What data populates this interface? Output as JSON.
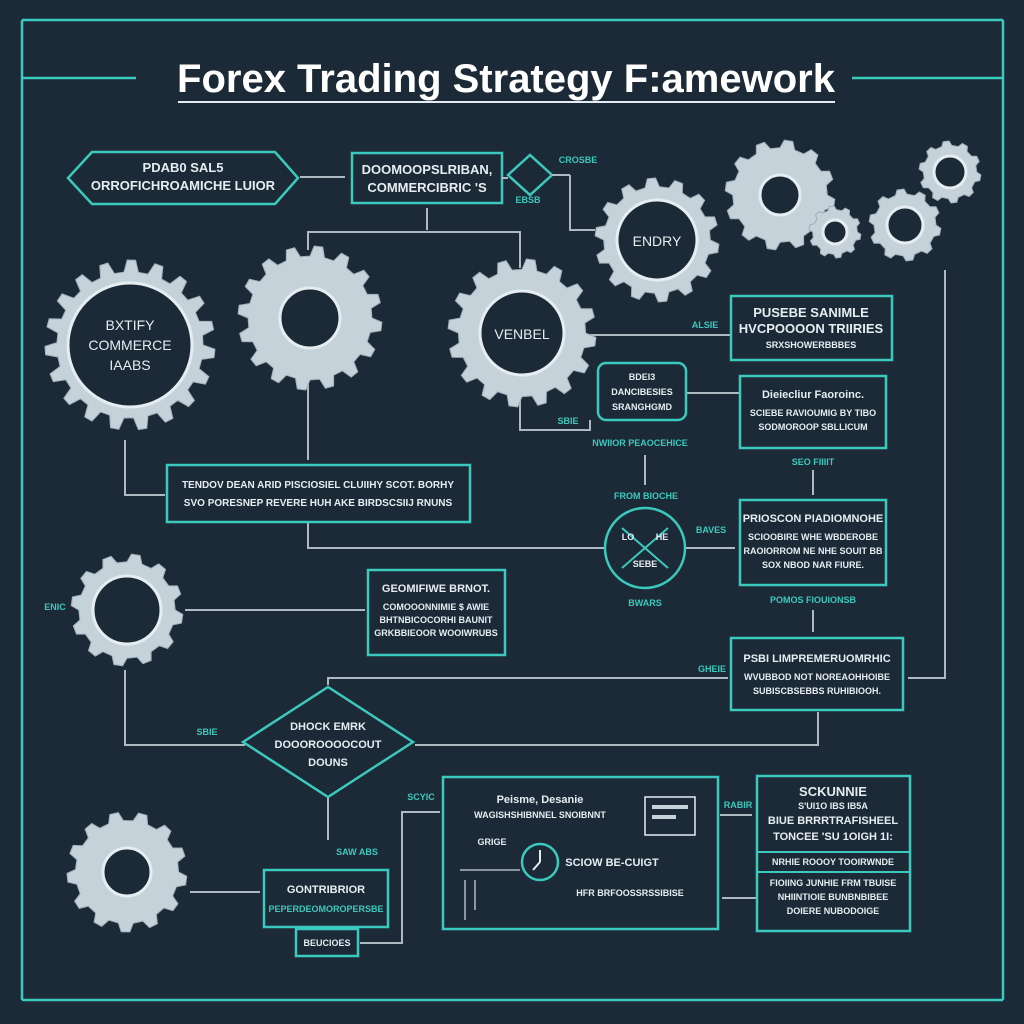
{
  "title": "Forex Trading Strategy F:amework",
  "colors": {
    "background": "#1b2a36",
    "accent": "#3cc9bd",
    "gear": "#c6d2da",
    "connector": "#aeb9c2"
  },
  "nodes": {
    "hexagon": {
      "line1": "PDAB0 SAL5",
      "line2": "ORROFICHROAMICHE LUIOR"
    },
    "top_box": {
      "line1": "DOOMOOPSLRIBAN,",
      "line2": "COMMERCIBRIC 'S"
    },
    "small_diamond": {
      "label_top": "CROSBE",
      "label_bottom": "EBSB"
    },
    "gear_entry": "ENDRY",
    "gear_venbel": "VENBEL",
    "gear_left": {
      "line1": "BXTIFY",
      "line2": "COMMERCE",
      "line3": "IAABS"
    },
    "box_pusebe": {
      "line1": "PUSEBE SANIMLE",
      "line2": "HVCPOOOON TRIIRIES",
      "line3": "SRXSHOWERBBBES"
    },
    "box_bdei3": {
      "line1": "BDEI3",
      "line2": "DANCIBESIES",
      "line3": "SRANGHGMD"
    },
    "box_dieiecliur": {
      "line1": "Dieiecliur Faoroinc.",
      "line2": "SCIEBE RAVIOUMIG BY TIBO",
      "line3": "SODMOROOP SBLLICUM"
    },
    "wide_box": {
      "line1": "TENDOV DEAN ARID PISCIOSIEL CLUIIHY SCOT. BORHY",
      "line2": "SVO PORESNEP REVERE HUH AKE BIRDSCSIIJ RNUNS"
    },
    "circle_x": {
      "tl": "LO",
      "tr": "HE",
      "bottom": "SEBE"
    },
    "box_prioscon": {
      "line1": "PRIOSCON PIADIOMNOHE",
      "line2": "SCIOOBIRE WHE WBDEROBE",
      "line3": "RAOIORROM NE NHE SOUIT BB",
      "line4": "SOX NBOD NAR FIURE."
    },
    "box_geomifiwe": {
      "line1": "GEOMIFIWE BRNOT.",
      "line2": "COMOOONNIMIE $ AWIE",
      "line3": "BHTNBICOCORHI BAUNIT",
      "line4": "GRKBBIEOOR WOOIWRUBS"
    },
    "box_psbi": {
      "line1": "PSBI LIMPREMERUOMRHIC",
      "line2": "WVUBBOD NOT NOREAOHHOIBE",
      "line3": "SUBISCBSEBBS RUHIBIOOH."
    },
    "diamond_check": {
      "line1": "DHOCK EMRK",
      "line2": "DOOOROOOOCOUT",
      "line3": "DOUNS"
    },
    "box_peisme": {
      "line1": "Peisme, Desanie",
      "line2": "WAGISHSHIBNNEL SNOIBNNT",
      "label": "GRIGE",
      "clock_label": "SCIOW BE-CUIGT",
      "line3": "HFR BRFOOSSRSSIBISE"
    },
    "box_right_bottom": {
      "line1": "SCKUNNIE",
      "line2": "S'UI1O IBS IB5A",
      "line3": "BIUE BRRRTRAFISHEEL",
      "line4": "TONCEE 'SU 1OIGH 1I:",
      "line5": "NRHIE ROOOY TOOIRWNDE",
      "line6": "FIOIING JUNHIE FRM TBUISE",
      "line7": "NHIINTIOIE BUNBNBIBEE",
      "line8": "DOIERE NUBODOIGE"
    },
    "box_gontribrior": {
      "line1": "GONTRIBRIOR",
      "line2": "PEPERDEOMOROPERSBE"
    },
    "box_beucioes": "BEUCIOES"
  },
  "labels": {
    "alsie": "ALSIE",
    "sbie1": "SBIE",
    "nwiior": "NWIIOR PEAOCEHICE",
    "from_bioche": "FROM BIOCHE",
    "baves": "BAVES",
    "bwars": "BWARS",
    "seo_fiiiit": "SEO FIIIIT",
    "pomos": "POMOS FIOUIONSB",
    "enic": "ENIC",
    "sbie2": "SBIE",
    "saw_abs": "SAW ABS",
    "scyic": "SCYIC",
    "rabir": "RABIR",
    "gheie": "GHEIE"
  }
}
